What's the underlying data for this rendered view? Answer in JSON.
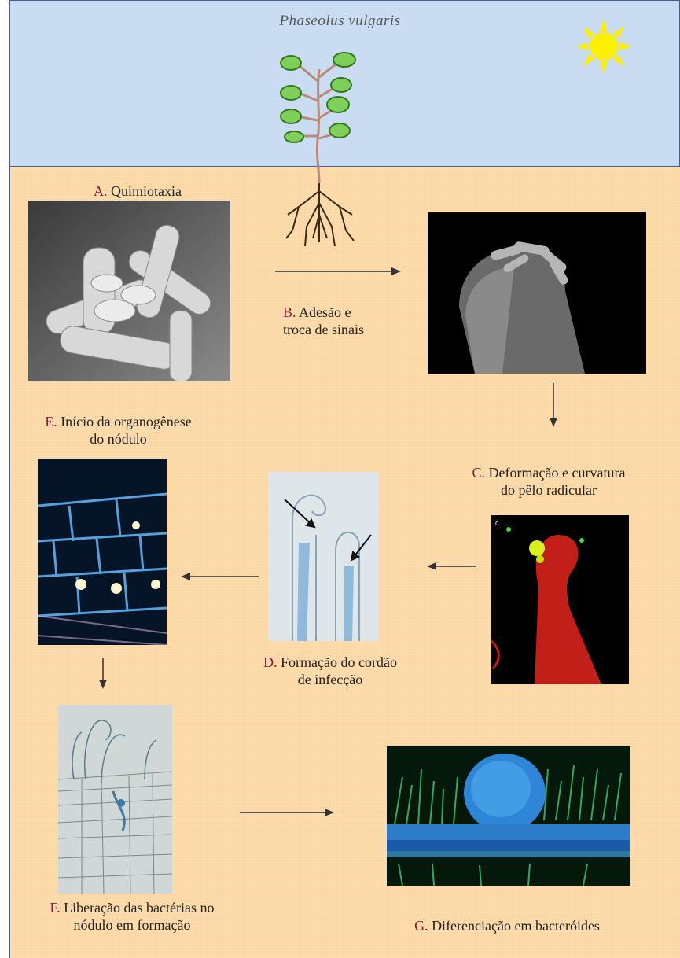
{
  "title": "Phaseolus vulgaris",
  "steps": {
    "a": {
      "letter": "A.",
      "text": "Quimiotaxia"
    },
    "b": {
      "letter": "B.",
      "line1": "Adesão e",
      "line2": "troca de sinais"
    },
    "c": {
      "letter": "C.",
      "line1": "Deformação e curvatura",
      "line2": "do pêlo radicular"
    },
    "d": {
      "letter": "D.",
      "line1": "Formação do cordão",
      "line2": "de infecção"
    },
    "e": {
      "letter": "E.",
      "line1": "Início da organogênese",
      "line2": "do nódulo"
    },
    "f": {
      "letter": "F.",
      "line1": "Liberação das bactérias no",
      "line2": "nódulo em formação"
    },
    "g": {
      "letter": "G.",
      "text": "Diferenciação em bacteróides"
    }
  },
  "micrograph_c_tag": "c",
  "colors": {
    "sky": "#c9dcf2",
    "soil": "#fbd8a6",
    "label_letter": "#8a1a3a",
    "sun": "#ffef00"
  }
}
